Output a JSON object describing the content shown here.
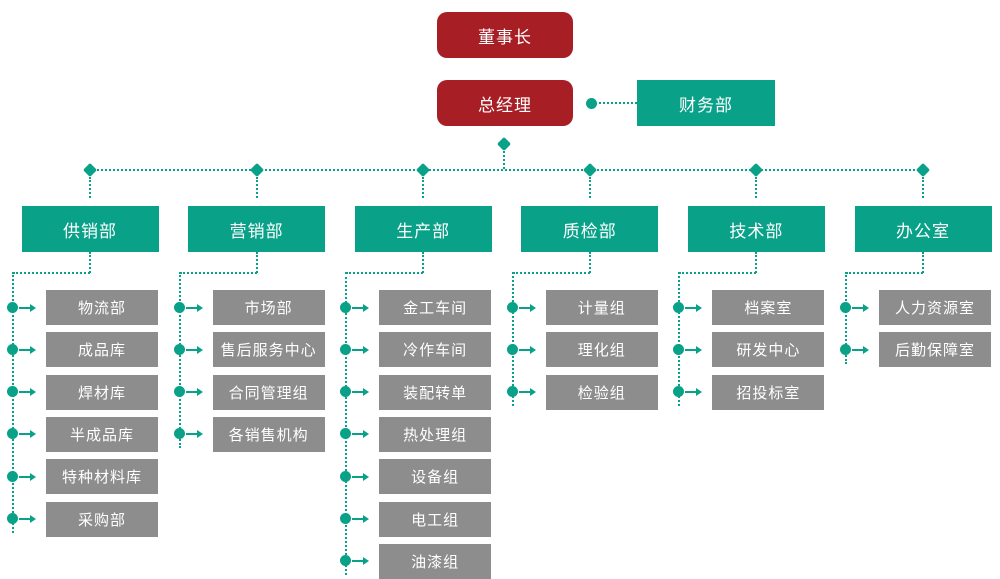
{
  "colors": {
    "red": "#A71E24",
    "teal": "#0AA189",
    "gray": "#8D8D8D",
    "node_text": "#FFFFFF"
  },
  "root": {
    "chairman": "董事长",
    "general_manager": "总经理",
    "finance": "财务部"
  },
  "departments": [
    {
      "label": "供销部",
      "children": [
        "物流部",
        "成品库",
        "焊材库",
        "半成品库",
        "特种材料库",
        "采购部"
      ]
    },
    {
      "label": "营销部",
      "children": [
        "市场部",
        "售后服务中心",
        "合同管理组",
        "各销售机构"
      ]
    },
    {
      "label": "生产部",
      "children": [
        "金工车间",
        "冷作车间",
        "装配转单",
        "热处理组",
        "设备组",
        "电工组",
        "油漆组"
      ]
    },
    {
      "label": "质检部",
      "children": [
        "计量组",
        "理化组",
        "检验组"
      ]
    },
    {
      "label": "技术部",
      "children": [
        "档案室",
        "研发中心",
        "招投标室"
      ]
    },
    {
      "label": "办公室",
      "children": [
        "人力资源室",
        "后勤保障室"
      ]
    }
  ]
}
